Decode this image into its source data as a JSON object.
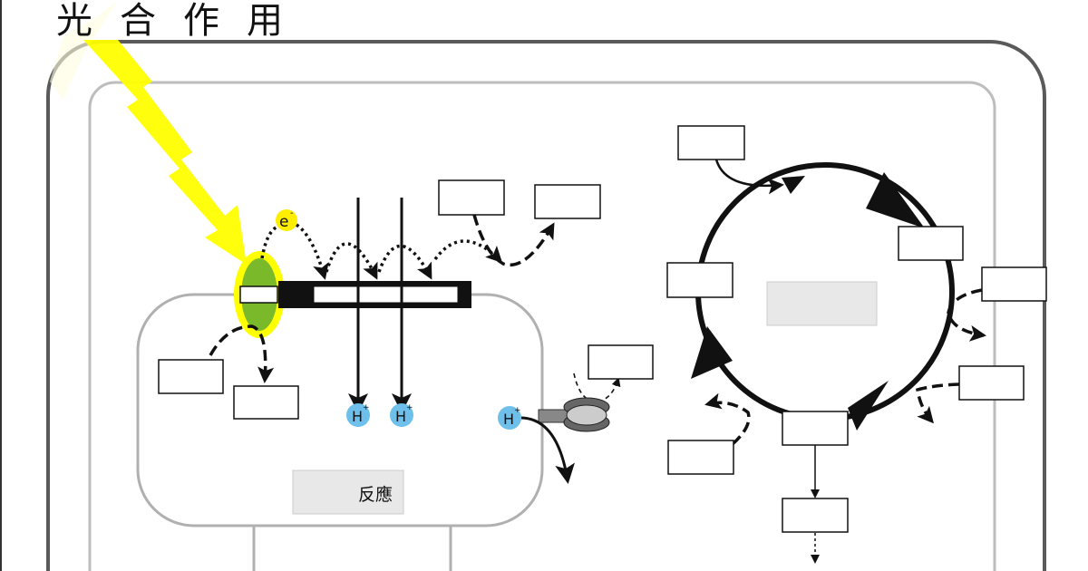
{
  "title": "光合作用",
  "electron_label": "e",
  "electron_charge": "-",
  "proton_label": "H",
  "proton_charge": "+",
  "reaction_label": "反應",
  "colors": {
    "light": "#ffff00",
    "chlorophyll": "#7ab929",
    "proton": "#6ec0ea",
    "label_fill": "#e8e8e8",
    "membrane": "#aaaaaa",
    "outer_membrane": "#555555"
  }
}
